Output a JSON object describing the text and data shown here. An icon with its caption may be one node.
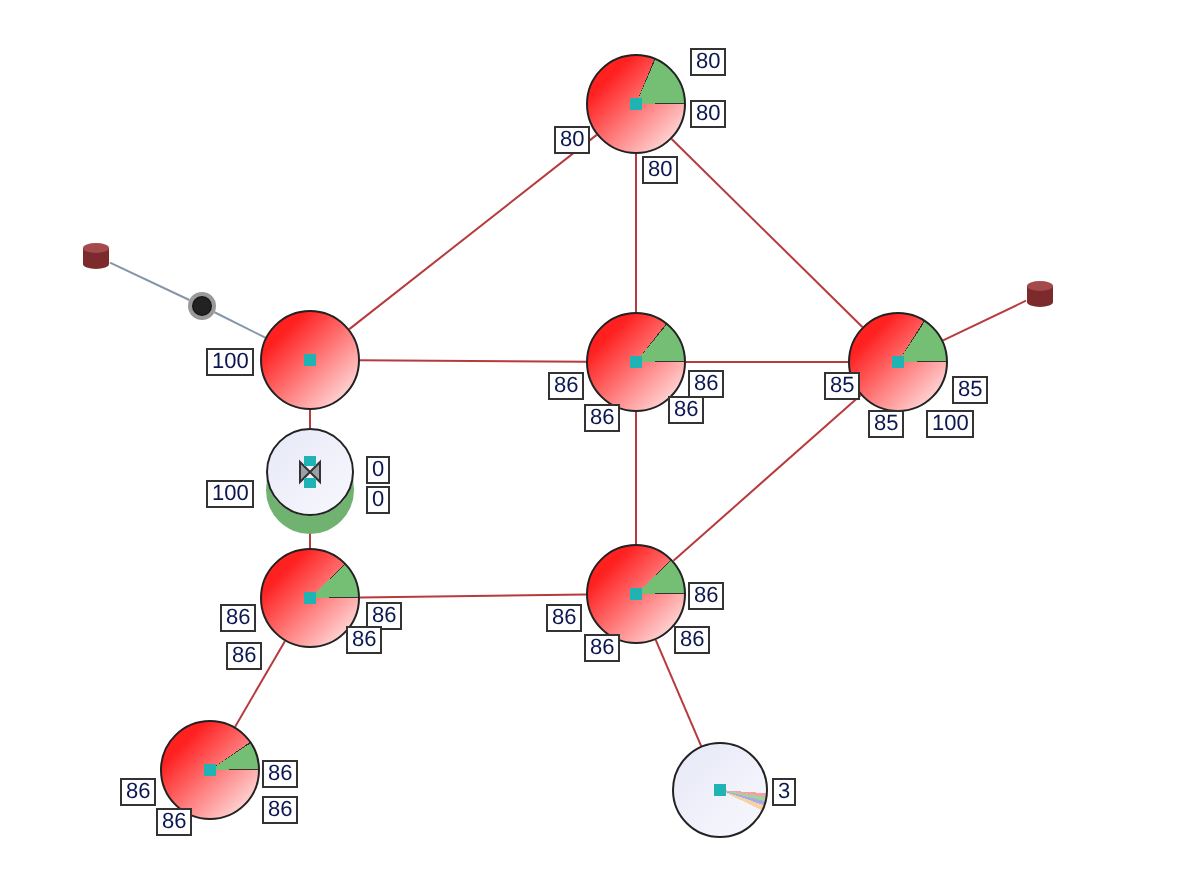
{
  "diagram": {
    "nodes": [
      {
        "text": [],
        "shape": "circle",
        "beside": [
          "80",
          "80",
          "80",
          "80"
        ]
      },
      {
        "text": [],
        "shape": "cylinder"
      },
      {
        "text": [],
        "shape": "circle"
      },
      {
        "text": [],
        "shape": "cylinder"
      },
      {
        "text": [],
        "shape": "circle",
        "beside": [
          "100"
        ]
      },
      {
        "text": [],
        "shape": "circle",
        "beside": [
          "86",
          "86",
          "86",
          "86"
        ]
      },
      {
        "text": [],
        "shape": "circle",
        "beside": [
          "85",
          "85",
          "85",
          "100"
        ]
      },
      {
        "text": [],
        "shape": "circle",
        "beside": [
          "100",
          "0",
          "0"
        ]
      },
      {
        "text": [],
        "shape": "circle",
        "beside": [
          "86",
          "86",
          "86",
          "86"
        ]
      },
      {
        "text": [],
        "shape": "circle",
        "beside": [
          "86",
          "86",
          "86",
          "86"
        ]
      },
      {
        "text": [],
        "shape": "circle",
        "beside": [
          "86",
          "86",
          "86",
          "86"
        ]
      },
      {
        "text": [],
        "shape": "circle",
        "beside": [
          "3"
        ]
      }
    ],
    "edges": [
      {
        "from": 1,
        "to": 2,
        "arrow": "none",
        "color": "#8496a8"
      },
      {
        "from": 2,
        "to": 4,
        "arrow": "none",
        "color": "#8496a8"
      },
      {
        "from": 4,
        "to": 0,
        "arrow": "none"
      },
      {
        "from": 0,
        "to": 5,
        "arrow": "none"
      },
      {
        "from": 0,
        "to": 6,
        "arrow": "none"
      },
      {
        "from": 6,
        "to": 3,
        "arrow": "none"
      },
      {
        "from": 4,
        "to": 5,
        "arrow": "none"
      },
      {
        "from": 5,
        "to": 6,
        "arrow": "none"
      },
      {
        "from": 4,
        "to": 7,
        "arrow": "none"
      },
      {
        "from": 7,
        "to": 8,
        "arrow": "none"
      },
      {
        "from": 5,
        "to": 9,
        "arrow": "none"
      },
      {
        "from": 6,
        "to": 9,
        "arrow": "none"
      },
      {
        "from": 8,
        "to": 9,
        "arrow": "none"
      },
      {
        "from": 8,
        "to": 10,
        "arrow": "none"
      },
      {
        "from": 9,
        "to": 11,
        "arrow": "none"
      }
    ]
  }
}
